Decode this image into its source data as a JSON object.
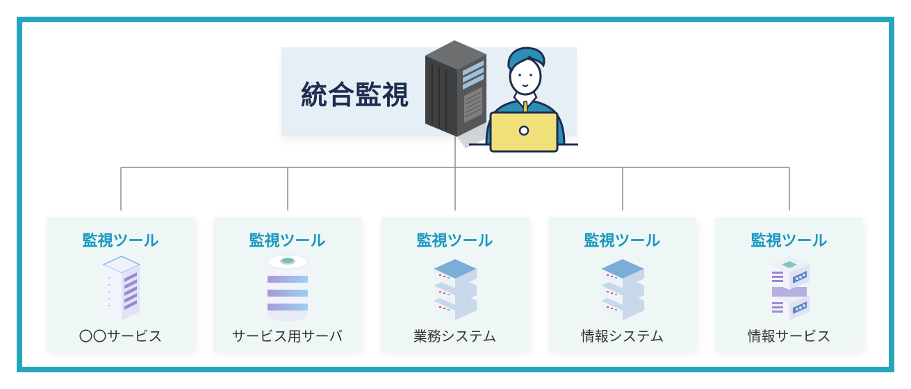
{
  "header": {
    "title": "統合監視",
    "panel_color": "#e6eef6",
    "title_color": "#1e2d4f",
    "icons": [
      "server-rack-icon",
      "operator-with-laptop-icon"
    ]
  },
  "colors": {
    "frame": "#26a5be",
    "card_background": "#eff6f6",
    "card_title": "#1797be",
    "card_label": "#333333",
    "connector": "#8a8a8a"
  },
  "cards": [
    {
      "title": "監視ツール",
      "label": "〇〇サービス",
      "icon": "tall-server-icon"
    },
    {
      "title": "監視ツール",
      "label": "サービス用サーバ",
      "icon": "database-cylinder-icon"
    },
    {
      "title": "監視ツール",
      "label": "業務システム",
      "icon": "stacked-server-icon"
    },
    {
      "title": "監視ツール",
      "label": "情報システム",
      "icon": "stacked-server-icon"
    },
    {
      "title": "監視ツール",
      "label": "情報サービス",
      "icon": "server-cube-stack-icon"
    }
  ]
}
